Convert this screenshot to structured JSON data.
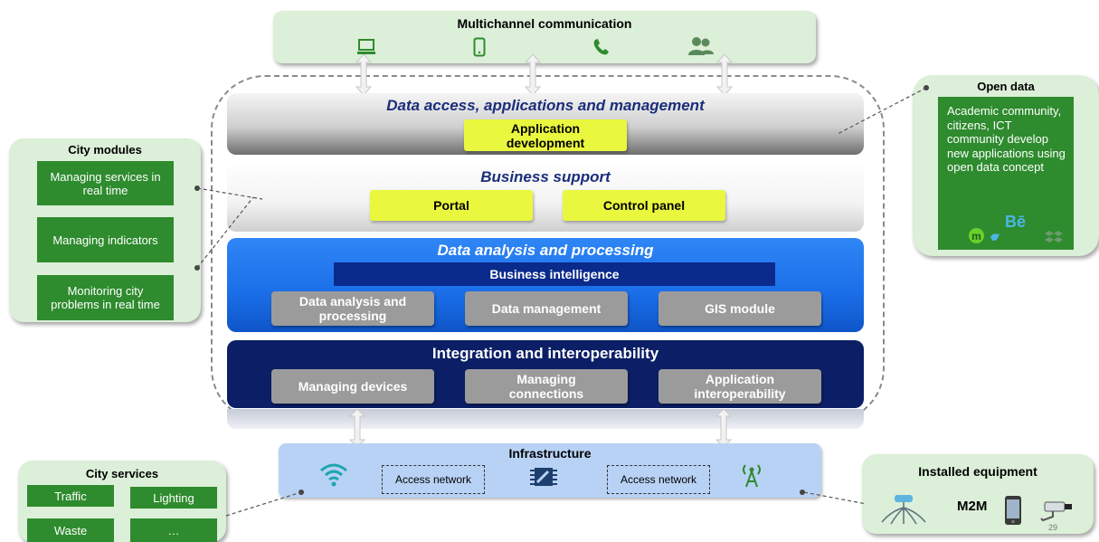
{
  "multichannel": {
    "title": "Multichannel communication",
    "icons": [
      "laptop-icon",
      "smartphone-icon",
      "phone-icon",
      "users-icon"
    ]
  },
  "data_access": {
    "title": "Data access, applications and management",
    "app_dev": "Application development"
  },
  "business_support": {
    "title": "Business support",
    "portal": "Portal",
    "control_panel": "Control panel"
  },
  "data_analysis": {
    "title": "Data analysis and processing",
    "bi": "Business intelligence",
    "boxes": [
      "Data analysis and processing",
      "Data management",
      "GIS module"
    ]
  },
  "integration": {
    "title": "Integration and interoperability",
    "boxes": [
      "Managing devices",
      "Managing connections",
      "Application interoperability"
    ]
  },
  "infrastructure": {
    "title": "Infrastructure",
    "access_network_1": "Access network",
    "access_network_2": "Access network"
  },
  "city_modules": {
    "title": "City modules",
    "items": [
      "Managing services in real time",
      "Managing indicators",
      "Monitoring city problems in real time"
    ]
  },
  "open_data": {
    "title": "Open data",
    "text": "Academic community, citizens, ICT community develop new applications using open data concept",
    "logo_text": "Bē"
  },
  "city_services": {
    "title": "City services",
    "items": [
      "Traffic",
      "Lighting",
      "Waste",
      "…"
    ]
  },
  "installed_equipment": {
    "title": "Installed equipment",
    "m2m": "M2M"
  },
  "page_number": "29",
  "colors": {
    "panel_green": "#dcefd8",
    "box_green": "#2e8b2e",
    "yellow": "#eaf73f",
    "blue_layer": "#1a6ee8",
    "navy_layer": "#0c1f66",
    "bi_bar": "#0a2a8c",
    "title_blue": "#1a2d7a"
  }
}
